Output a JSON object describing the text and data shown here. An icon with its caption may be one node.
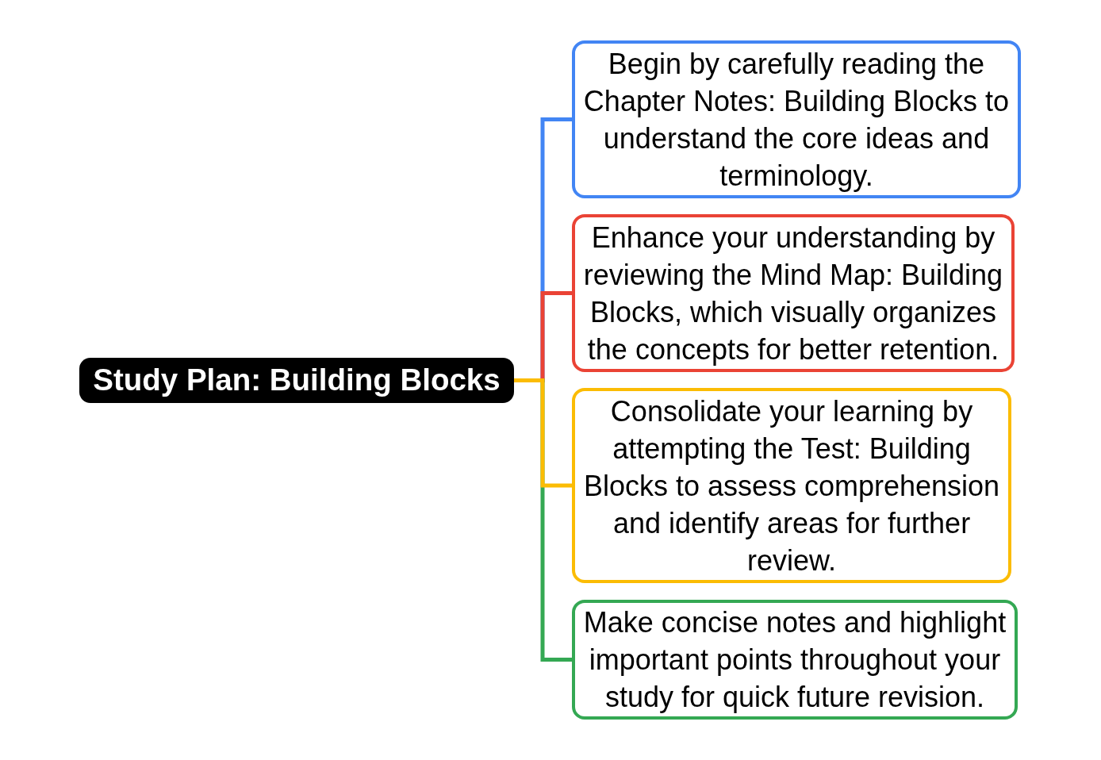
{
  "diagram": {
    "nodes": [
      {
        "text": [
          "Study Plan: Building Blocks"
        ]
      },
      {
        "text": [
          "Begin by carefully reading the Chapter Notes: Building Blocks to understand the core ideas and terminology."
        ]
      },
      {
        "text": [
          "Enhance your understanding by reviewing the Mind Map: Building Blocks, which visually organizes the concepts for better retention."
        ]
      },
      {
        "text": [
          "Consolidate your learning by attempting the Test: Building Blocks to assess comprehension and identify areas for further review."
        ]
      },
      {
        "text": [
          "Make concise notes and highlight important points throughout your study for quick future revision."
        ]
      }
    ],
    "edges": [
      {
        "from": 0,
        "to": 1,
        "arrow": "none",
        "color": "#4285f4"
      },
      {
        "from": 0,
        "to": 2,
        "arrow": "none",
        "color": "#ea4335"
      },
      {
        "from": 0,
        "to": 3,
        "arrow": "none",
        "color": "#fbbc04"
      },
      {
        "from": 0,
        "to": 4,
        "arrow": "none",
        "color": "#34a853"
      }
    ]
  }
}
